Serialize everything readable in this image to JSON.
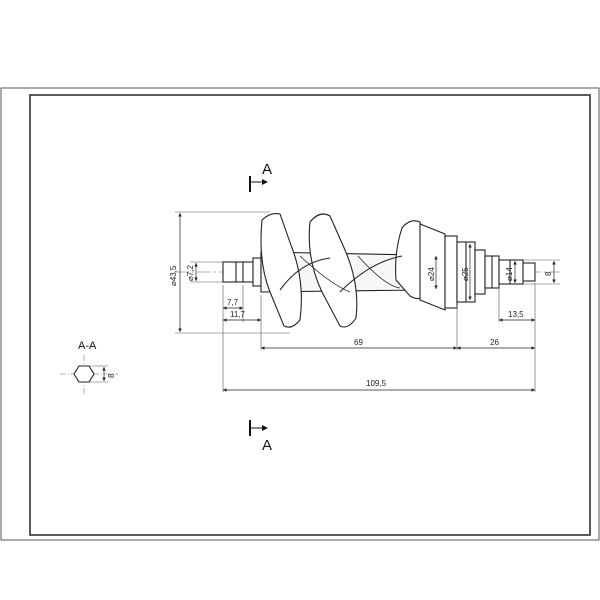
{
  "section": {
    "marker_top": "A",
    "marker_bottom": "A",
    "view_title": "A-A"
  },
  "dimensions": {
    "flight_outer_diameter": "⌀43,5",
    "shaft_end_diameter": "⌀7,2",
    "core_diameter": "⌀24",
    "collar_diameter": "⌀25",
    "journal_diameter": "⌀14",
    "tip_width": "8",
    "len_7_7": "7,7",
    "len_11_7": "11,7",
    "len_69": "69",
    "len_26": "26",
    "len_13_5": "13,5",
    "len_total": "109,5",
    "hex_section_width": "8"
  }
}
